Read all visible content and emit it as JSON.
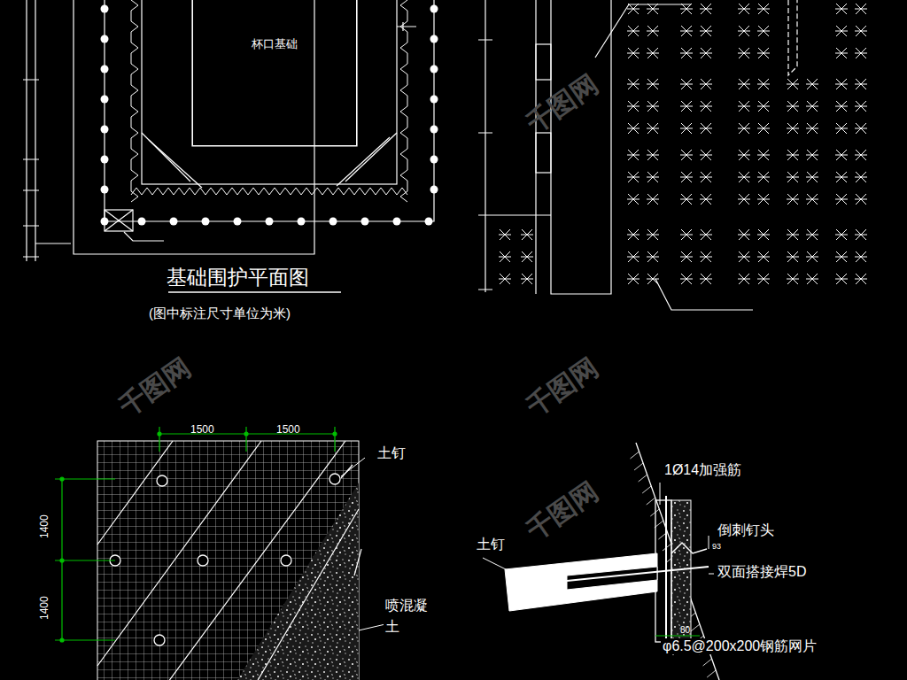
{
  "diagram": {
    "title": "基础围护平面图",
    "caption": "(图中标注尺寸单位为米)",
    "nodes": [
      {
        "text": [
          "杯口基础"
        ]
      }
    ],
    "labels": [
      "1500",
      "1500",
      "1400",
      "1400",
      "土钉",
      "喷混凝 土",
      "1Ø14加强筋",
      "倒刺钉头",
      "土钉",
      "93",
      "双面搭接焊5D",
      "80",
      "φ6.5@200x200钢筋网片",
      "千图网",
      "千图网",
      "千图网",
      "千图网"
    ]
  }
}
